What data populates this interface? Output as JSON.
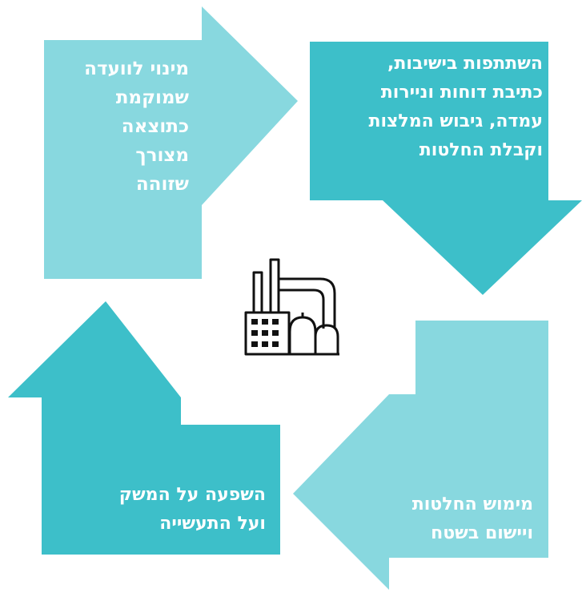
{
  "colors": {
    "light_teal": "#88d8df",
    "dark_teal": "#3dbfc9",
    "icon_stroke": "#111111",
    "text": "#ffffff"
  },
  "center_icon": "factory-icon",
  "cycle": {
    "top_left": {
      "direction": "right",
      "lines": [
        "מינוי לוועדה",
        "שמוקמת",
        "כתוצאה",
        "מצורך",
        "שזוהה"
      ]
    },
    "top_right": {
      "direction": "down",
      "lines": [
        "השתתפות בישיבות,",
        "כתיבת דוחות וניירות",
        "עמדה, גיבוש המלצות",
        "וקבלת החלטות"
      ]
    },
    "bottom_right": {
      "direction": "left",
      "lines": [
        "מימוש החלטות",
        "ויישום בשטח"
      ]
    },
    "bottom_left": {
      "direction": "up",
      "lines": [
        "השפעה על המשק",
        "ועל התעשייה"
      ]
    }
  }
}
